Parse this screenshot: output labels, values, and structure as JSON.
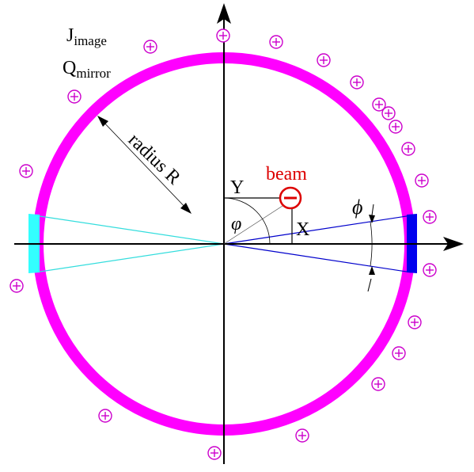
{
  "labels": {
    "j_main": "J",
    "j_sub": "image",
    "q_main": "Q",
    "q_sub": "mirror",
    "radius": "radius R",
    "beam": "beam",
    "y_label": "Y",
    "x_label": "X",
    "phi_small": "φ",
    "phi_angle": "ϕ"
  },
  "colors": {
    "ring": "#ff00ff",
    "charge": "#cc00cc",
    "beam": "#dd0000",
    "electrode_right": "#0000ee",
    "electrode_left": "#33ffff",
    "line_right": "#0000cc",
    "line_left": "#33dddd",
    "axis": "#000000"
  },
  "icons": {
    "charge": "plus-in-circle-icon",
    "beam": "minus-in-circle-icon"
  }
}
